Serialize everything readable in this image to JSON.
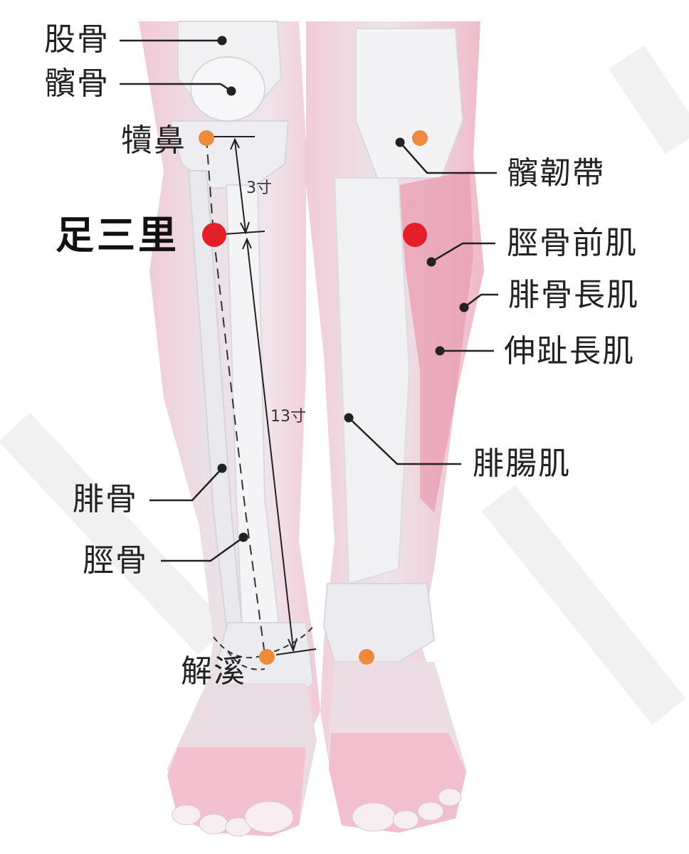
{
  "labels": {
    "femur": "股骨",
    "patella": "髕骨",
    "dubi": "犢鼻",
    "zusanli": "足三里",
    "fibula": "腓骨",
    "tibia": "脛骨",
    "jiexi": "解溪",
    "patellar_ligament": "髕韌帶",
    "tibialis_anterior": "脛骨前肌",
    "peroneus_longus": "腓骨長肌",
    "extensor_digitorum_longus": "伸趾長肌",
    "gastrocnemius": "腓腸肌"
  },
  "measurements": {
    "upper": "3寸",
    "full": "13寸"
  },
  "colors": {
    "acupoint_main": "#e3202a",
    "acupoint_minor": "#ee8a3c",
    "muscle": "#f2c6d2",
    "bone": "#e8e8ec",
    "leader_line": "#222222"
  }
}
